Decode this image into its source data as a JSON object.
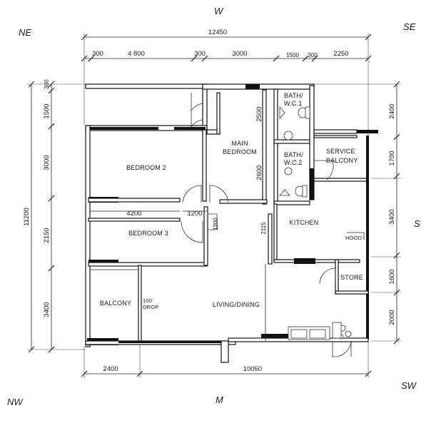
{
  "compass": {
    "ne": "NE",
    "n": "W",
    "se": "SE",
    "s": "S",
    "sw": "SW",
    "nw": "NW",
    "w": "M"
  },
  "dimensions": {
    "top_total": "12450",
    "top_segments": [
      "300",
      "4 800",
      "300",
      "3000",
      "1500",
      "300",
      "2250"
    ],
    "left_total": "11200",
    "left_segments": [
      "300",
      "1500",
      "3000",
      "2150",
      "3400"
    ],
    "right_segments": [
      "2400",
      "1700",
      "3400",
      "1600",
      "2000"
    ],
    "bottom_segments": [
      "2400",
      "10050"
    ],
    "inner_2500": "2500",
    "inner_2600": "2600",
    "inner_2115": "2115",
    "inner_4200": "4200",
    "inner_1200": "1200",
    "inner_1200v": "1200"
  },
  "rooms": {
    "bath1_line1": "BATH/",
    "bath1_line2": "W.C.1",
    "main_bedroom_line1": "MAIN",
    "main_bedroom_line2": "BEDROOM",
    "bedroom2": "BEDROOM 2",
    "bath2_line1": "BATH/",
    "bath2_line2": "W.C.2",
    "service_balcony_line1": "SERVICE",
    "service_balcony_line2": "BALCONY",
    "kitchen": "KITCHEN",
    "bedroom3": "BEDROOM 3",
    "store": "STORE",
    "balcony": "BALCONY",
    "drop_line1": "100",
    "drop_line2": "DROP",
    "living_dining": "LIVING/DINING",
    "kitchen_note": "HOOD"
  }
}
